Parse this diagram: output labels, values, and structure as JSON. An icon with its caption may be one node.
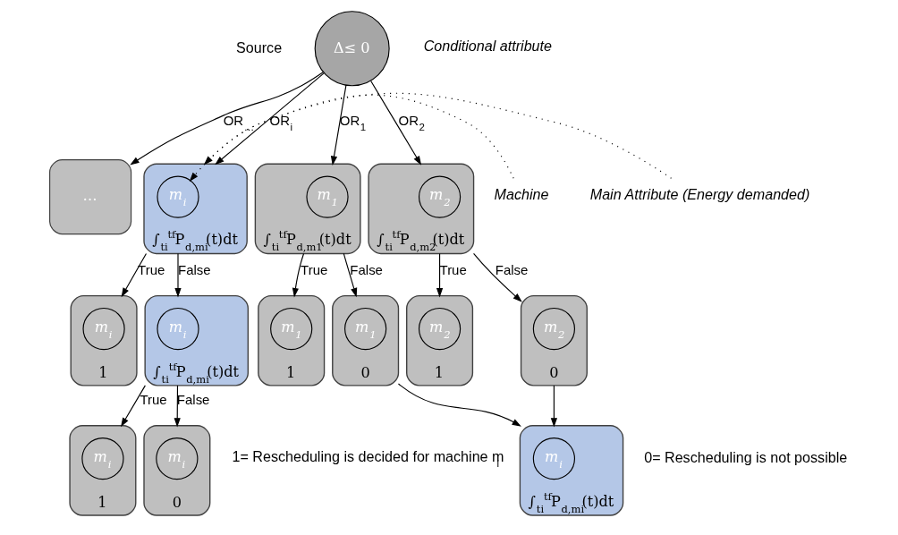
{
  "diagram": {
    "nodes": [
      {
        "text": [
          "Δ≤ 0"
        ],
        "beside": [
          "Source",
          "Conditional attribute"
        ]
      },
      {
        "text": [
          "∫$_{ti}$$^{tf}$P$_{d,m1}$(t)dt"
        ]
      },
      {
        "text": [
          "m$_{1}$"
        ],
        "in": 1
      },
      {
        "text": [
          "∫$_{ti}$$^{tf}$P$_{d,m2}$(t)dt"
        ]
      },
      {
        "text": [
          "m$_{2}$"
        ],
        "in": 3
      },
      {
        "text": [
          "…"
        ]
      },
      {
        "text": [
          "∫$_{ti}$$^{tf}$P$_{d,mi}$(t)dt"
        ]
      },
      {
        "text": [
          "m$_{i}$"
        ],
        "in": 6
      },
      {
        "text": [
          "Machine"
        ]
      },
      {
        "text": [
          "Main Attribute (Energy demanded)"
        ]
      },
      {
        "text": [
          "1"
        ]
      },
      {
        "text": [
          "m$_{1}$"
        ],
        "in": 10
      },
      {
        "text": [
          "0"
        ]
      },
      {
        "text": [
          "m$_{1}$"
        ],
        "in": 12
      },
      {
        "text": [
          "1"
        ]
      },
      {
        "text": [
          "m$_{2}$"
        ],
        "in": 14
      },
      {
        "text": [
          "0"
        ]
      },
      {
        "text": [
          "m$_{2}$"
        ],
        "in": 16
      },
      {
        "text": [
          "1"
        ]
      },
      {
        "text": [
          "m$_{i}$"
        ],
        "in": 18
      },
      {
        "text": [
          "∫$_{ti}$$^{tf}$P$_{d,mi}$(t)dt"
        ]
      },
      {
        "text": [
          "m$_{i}$"
        ],
        "in": 20
      },
      {
        "text": [
          "∫$_{ti}$$^{tf}$P$_{d,mi}$(t)dt"
        ]
      },
      {
        "text": [
          "m$_{i}$"
        ],
        "in": 22
      },
      {
        "text": [
          "1"
        ]
      },
      {
        "text": [
          "m$_{i}$"
        ],
        "in": 24
      },
      {
        "text": [
          "0"
        ]
      },
      {
        "text": [
          "m$_{i}$"
        ],
        "in": 26
      }
    ],
    "edges": [
      {
        "from": 0,
        "to": 1,
        "arrow": "to",
        "label": "OR$_{1}$"
      },
      {
        "from": 0,
        "to": 3,
        "arrow": "to",
        "label": "OR$_{2}$"
      },
      {
        "from": 0,
        "to": 5,
        "arrow": "to",
        "label": "OR$_{…}$"
      },
      {
        "from": 0,
        "to": 6,
        "arrow": "to",
        "label": "OR$_{i}$"
      },
      {
        "from": 8,
        "to": 7,
        "arrow": "to",
        "style": "dashed"
      },
      {
        "from": 9,
        "to": 6,
        "arrow": "to",
        "style": "dashed"
      },
      {
        "from": 1,
        "to": 10,
        "arrow": "to",
        "label": "True"
      },
      {
        "from": 1,
        "to": 12,
        "arrow": "to",
        "label": "False"
      },
      {
        "from": 3,
        "to": 14,
        "arrow": "to",
        "label": "True"
      },
      {
        "from": 3,
        "to": 16,
        "arrow": "to",
        "label": "False"
      },
      {
        "from": 6,
        "to": 18,
        "arrow": "to",
        "label": "True"
      },
      {
        "from": 6,
        "to": 20,
        "arrow": "to",
        "label": "False"
      },
      {
        "from": 12,
        "to": 22,
        "arrow": "to"
      },
      {
        "from": 16,
        "to": 22,
        "arrow": "to"
      },
      {
        "from": 20,
        "to": 24,
        "arrow": "to",
        "label": "True"
      },
      {
        "from": 20,
        "to": 26,
        "arrow": "to",
        "label": "False"
      }
    ],
    "labels": [
      "1= Rescheduling is decided for machine m$_{i}$",
      "0= Rescheduling is not possible"
    ]
  }
}
